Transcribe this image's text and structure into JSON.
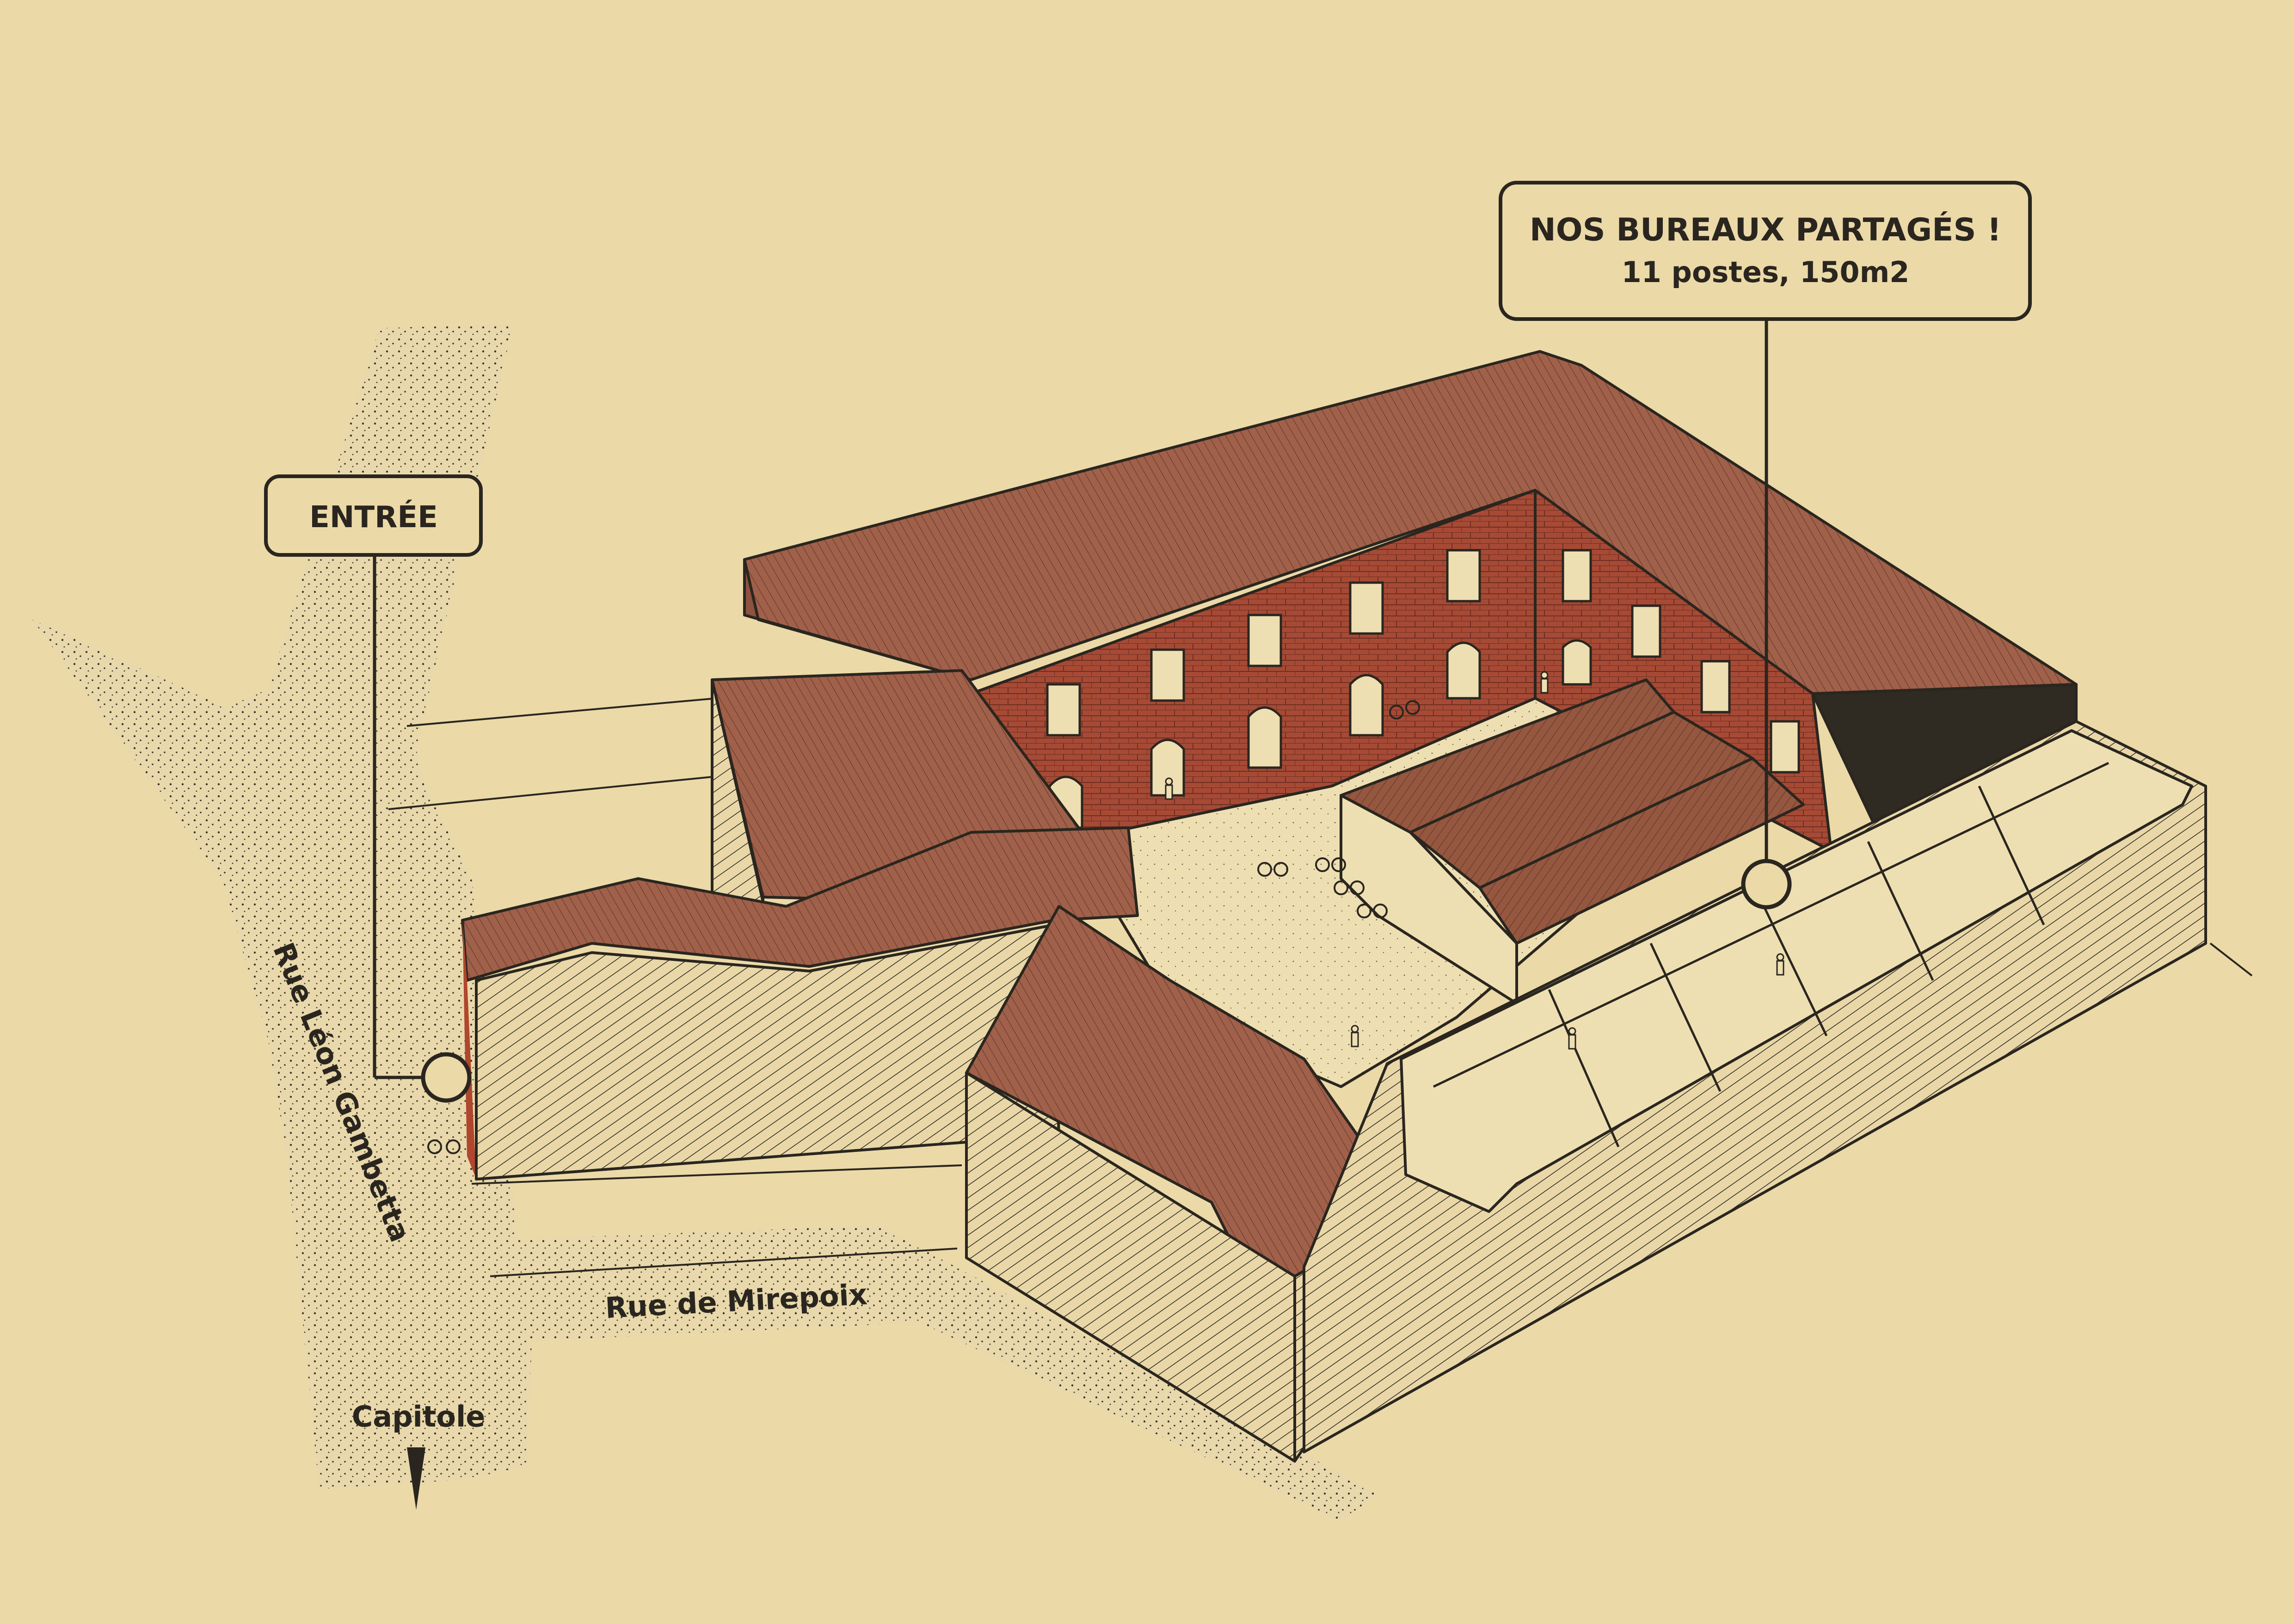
{
  "callouts": {
    "entrance": {
      "label": "ENTRÉE"
    },
    "offices": {
      "title": "NOS BUREAUX PARTAGÉS !",
      "subtitle": "11 postes, 150m2"
    }
  },
  "streets": {
    "leon_gambetta": "Rue Léon Gambetta",
    "mirepoix": "Rue de Mirepoix",
    "capitole": "Capitole"
  },
  "icons": {
    "direction": "south-arrow-icon",
    "marker": "location-marker-icon",
    "bike": "bicycle-icon",
    "person": "person-icon"
  },
  "colors": {
    "background": "#ebd9a8",
    "roof": "#a0604a",
    "brick": "#a64a35",
    "ground": "#eedfb3",
    "ink": "#2a261f",
    "street": "#e6d7ae"
  }
}
